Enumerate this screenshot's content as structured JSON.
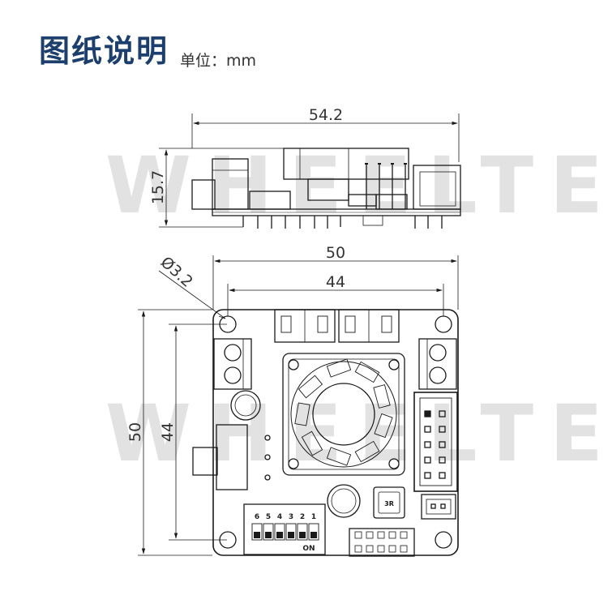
{
  "header": {
    "title": "图纸说明",
    "unit_label": "单位：mm"
  },
  "watermark": "WHEELTEC",
  "dimensions": {
    "side_width": "54.2",
    "side_height": "15.7",
    "top_width": "50",
    "hole_spacing_x": "44",
    "top_height": "50",
    "hole_spacing_y": "44",
    "hole_diameter": "Ø3.2"
  },
  "switch": {
    "numbers": [
      "6",
      "5",
      "4",
      "3",
      "2",
      "1"
    ],
    "on_label": "ON"
  },
  "inductor_mark": "3R",
  "colors": {
    "line": "#1a1a1a",
    "title": "#1d3f6e",
    "watermark": "#e2e2e2"
  }
}
